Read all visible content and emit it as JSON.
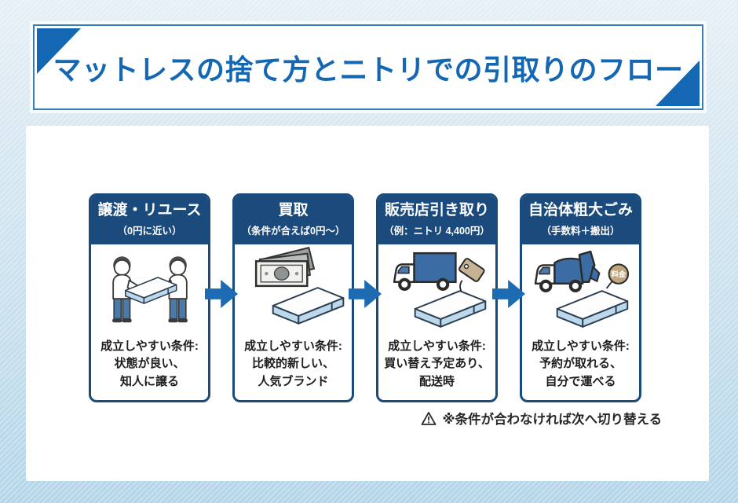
{
  "banner": {
    "title": "マットレスの捨て方とニトリでの引取りのフロー"
  },
  "cards": [
    {
      "title": "譲渡・リユース",
      "subtitle": "（0円に近い）",
      "illustration": "people-handover-mattress",
      "conditions": [
        "成立しやすい条件:",
        "状態が良い、",
        "知人に譲る"
      ]
    },
    {
      "title": "買取",
      "subtitle": "（条件が合えば0円〜）",
      "illustration": "cash-and-mattress",
      "conditions": [
        "成立しやすい条件:",
        "比較的新しい、",
        "人気ブランド"
      ]
    },
    {
      "title": "販売店引き取り",
      "subtitle": "（例：ニトリ 4,400円）",
      "illustration": "delivery-truck-mattress-tag",
      "conditions": [
        "成立しやすい条件:",
        "買い替え予定あり、",
        "配送時"
      ]
    },
    {
      "title": "自治体粗大ごみ",
      "subtitle": "（手数料＋搬出）",
      "illustration": "garbage-truck-mattress-fee",
      "badge": "料金",
      "conditions": [
        "成立しやすい条件:",
        "予約が取れる、",
        "自分で運べる"
      ]
    }
  ],
  "footnote": {
    "icon": "warning-triangle-icon",
    "text": "※条件が合わなければ次へ切り替える"
  },
  "colors": {
    "accent_blue": "#1467b2",
    "header_navy": "#1b4a7c",
    "arrow_blue": "#1d6bb2",
    "background_light_blue": "#cfe3ef",
    "mattress_side_blue": "#bcd8ec",
    "truck_blue": "#3b6da4",
    "pants_blue": "#4b79a8",
    "tag_tan": "#c5b394",
    "fee_badge_tan": "#c0a67c"
  }
}
